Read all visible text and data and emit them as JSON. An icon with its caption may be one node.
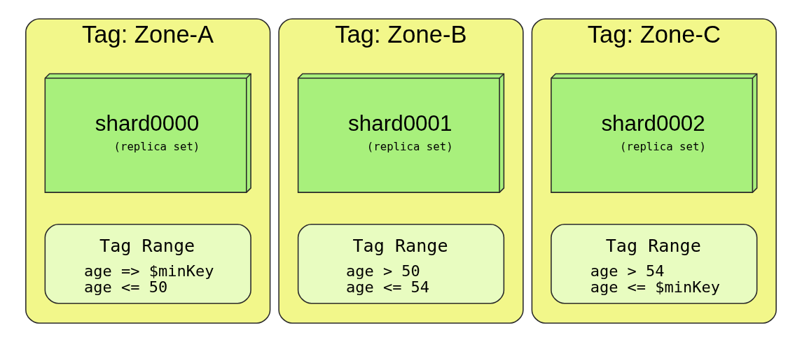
{
  "diagram": {
    "nodes": [
      {
        "text": [
          "Tag: Zone-A"
        ]
      },
      {
        "text": [
          "shard0000",
          "(replica set)"
        ],
        "in": 0
      },
      {
        "text": [
          "Tag Range",
          "age => $minKey",
          "age <= 50"
        ],
        "in": 0
      },
      {
        "text": [
          "Tag: Zone-B"
        ]
      },
      {
        "text": [
          "shard0001",
          "(replica set)"
        ],
        "in": 3
      },
      {
        "text": [
          "Tag Range",
          "age > 50",
          "age <= 54"
        ],
        "in": 3
      },
      {
        "text": [
          "Tag: Zone-C"
        ]
      },
      {
        "text": [
          "shard0002",
          "(replica set)"
        ],
        "in": 6
      },
      {
        "text": [
          "Tag Range",
          "age > 54",
          "age <= $minKey"
        ],
        "in": 6
      }
    ],
    "edges": []
  }
}
